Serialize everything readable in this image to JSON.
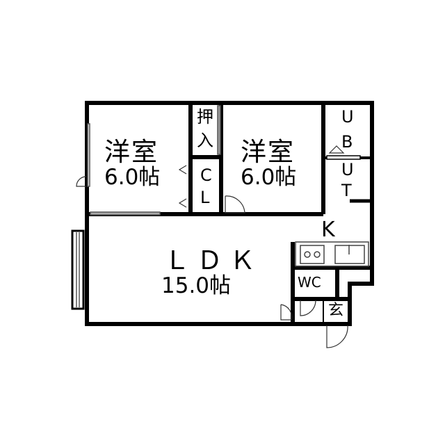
{
  "floorplan": {
    "rooms": {
      "western1": {
        "name": "洋室",
        "size": "6.0帖"
      },
      "western2": {
        "name": "洋室",
        "size": "6.0帖"
      },
      "ldk": {
        "name": "ＬＤＫ",
        "size": "15.0帖"
      },
      "closet_oshiire": {
        "line1": "押",
        "line2": "入"
      },
      "closet_cl": {
        "line1": "C",
        "line2": "L"
      },
      "ub": {
        "line1": "U",
        "line2": "B"
      },
      "ut": {
        "line1": "U",
        "line2": "T"
      },
      "kitchen": {
        "label": "K"
      },
      "wc": {
        "label": "WC"
      },
      "entrance": {
        "label": "玄"
      }
    },
    "colors": {
      "wall": "#000000",
      "background": "#ffffff",
      "fixture": "#555555"
    }
  }
}
